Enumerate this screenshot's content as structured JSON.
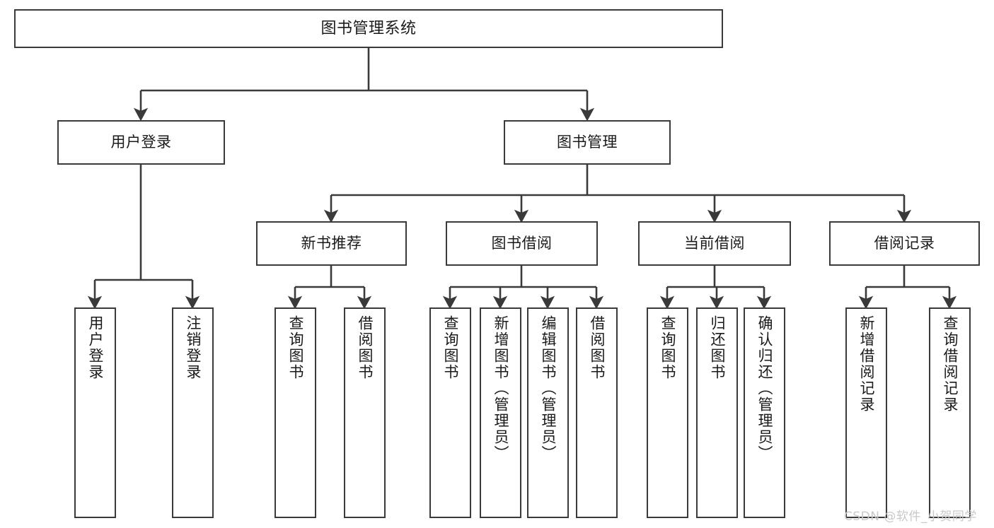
{
  "diagram": {
    "title": "图书管理系统",
    "type": "tree-hierarchy-diagram",
    "colors": {
      "stroke": "#3a3a3a",
      "fill": "#ffffff",
      "text": "#1a1a1a",
      "watermark": "#c9c9c9"
    },
    "nodes": {
      "root": {
        "label": "图书管理系统"
      },
      "level1": [
        {
          "id": "user-login",
          "label": "用户登录"
        },
        {
          "id": "book-management",
          "label": "图书管理"
        }
      ],
      "level2": [
        {
          "id": "new-book-recommend",
          "label": "新书推荐"
        },
        {
          "id": "book-borrow",
          "label": "图书借阅"
        },
        {
          "id": "current-borrow",
          "label": "当前借阅"
        },
        {
          "id": "borrow-record",
          "label": "借阅记录"
        }
      ],
      "leaves": {
        "user-login": [
          {
            "id": "leaf-user-login",
            "label": "用户登录"
          },
          {
            "id": "leaf-logout-login",
            "label": "注销登录"
          }
        ],
        "new-book-recommend": [
          {
            "id": "leaf-query-book-1",
            "label": "查询图书"
          },
          {
            "id": "leaf-borrow-book-1",
            "label": "借阅图书"
          }
        ],
        "book-borrow": [
          {
            "id": "leaf-query-book-2",
            "label": "查询图书"
          },
          {
            "id": "leaf-add-book",
            "label": "新增图书（管理员）"
          },
          {
            "id": "leaf-edit-book",
            "label": "编辑图书（管理员）"
          },
          {
            "id": "leaf-borrow-book-2",
            "label": "借阅图书"
          }
        ],
        "current-borrow": [
          {
            "id": "leaf-query-book-3",
            "label": "查询图书"
          },
          {
            "id": "leaf-return-book",
            "label": "归还图书"
          },
          {
            "id": "leaf-confirm-return",
            "label": "确认归还（管理员）"
          }
        ],
        "borrow-record": [
          {
            "id": "leaf-add-borrow-record",
            "label": "新增借阅记录"
          },
          {
            "id": "leaf-query-borrow-record",
            "label": "查询借阅记录"
          }
        ]
      }
    },
    "watermark": "CSDN @软件_小贺同学"
  }
}
